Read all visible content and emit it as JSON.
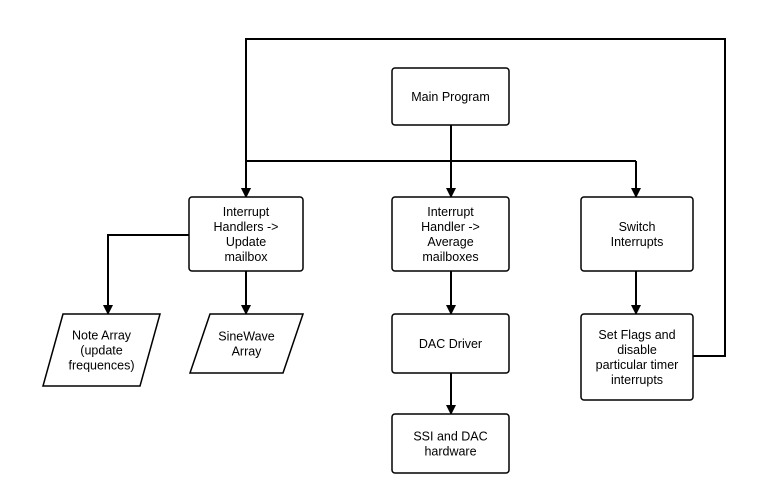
{
  "nodes": {
    "main_program": [
      "Main Program"
    ],
    "interrupt_handlers_update": [
      "Interrupt",
      "Handlers ->",
      "Update",
      "mailbox"
    ],
    "interrupt_handler_average": [
      "Interrupt",
      "Handler ->",
      "Average",
      "mailboxes"
    ],
    "switch_interrupts": [
      "Switch",
      "Interrupts"
    ],
    "note_array": [
      "Note Array",
      "(update",
      "frequences)"
    ],
    "sinewave_array": [
      "SineWave",
      "Array"
    ],
    "dac_driver": [
      "DAC Driver"
    ],
    "ssi_dac_hardware": [
      "SSI and DAC",
      "hardware"
    ],
    "set_flags": [
      "Set Flags and",
      "disable",
      "particular timer",
      "interrupts"
    ]
  }
}
